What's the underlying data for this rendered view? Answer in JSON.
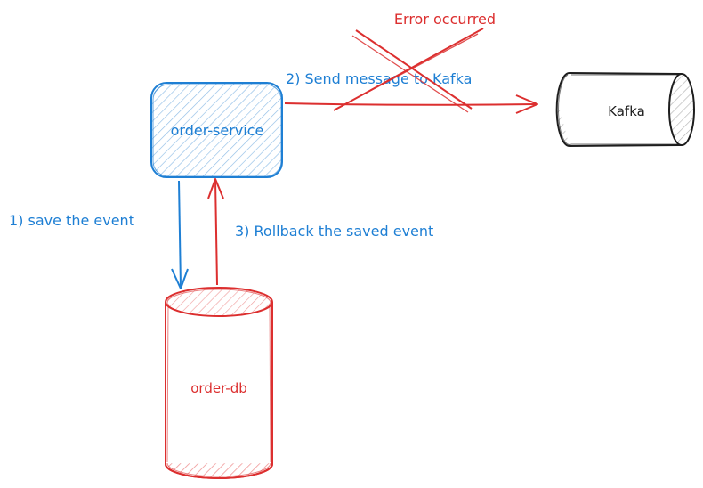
{
  "colors": {
    "blue": "#1e7fd4",
    "red": "#dc2f2f",
    "black": "#1e1e1e",
    "hatch_grey": "#b4b4b4",
    "hatch_blue": "#8fbde6",
    "hatch_red": "#f0a0a0"
  },
  "nodes": {
    "order_service": {
      "label": "order-service"
    },
    "kafka": {
      "label": "Kafka"
    },
    "order_db": {
      "label": "order-db"
    }
  },
  "edges": {
    "save_event": {
      "label": "1) save the event"
    },
    "send_message": {
      "label": "2) Send message to Kafka"
    },
    "rollback": {
      "label": "3) Rollback the saved event"
    }
  },
  "annotations": {
    "error": {
      "label": "Error occurred"
    }
  }
}
